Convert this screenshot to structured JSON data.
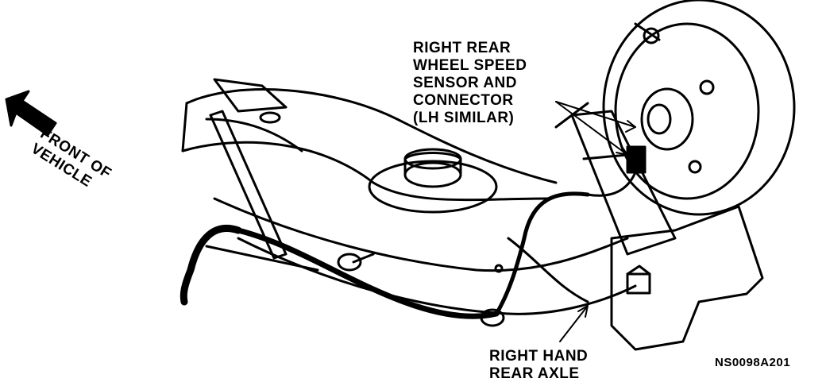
{
  "labels": {
    "front_of_vehicle": [
      "FRONT OF",
      "VEHICLE"
    ],
    "sensor": [
      "RIGHT REAR",
      "WHEEL SPEED",
      "SENSOR AND",
      "CONNECTOR",
      "(LH SIMILAR)"
    ],
    "axle": [
      "RIGHT HAND",
      "REAR AXLE"
    ],
    "figure_code": "NS0098A201"
  },
  "icons": {
    "direction_arrow": "front-arrow-icon"
  },
  "colors": {
    "ink": "#000000",
    "paper": "#ffffff"
  }
}
